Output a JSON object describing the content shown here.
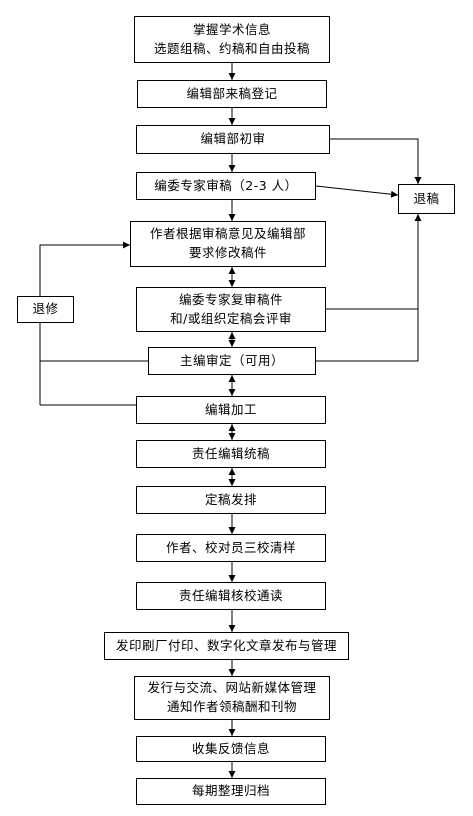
{
  "nodes": {
    "n1": [
      "掌握学术信息",
      "选题组稿、约稿和自由投稿"
    ],
    "n2": [
      "编辑部来稿登记"
    ],
    "n3": [
      "编辑部初审"
    ],
    "n4": [
      "编委专家审稿（2-3 人）"
    ],
    "n5": [
      "作者根据审稿意见及编辑部",
      "要求修改稿件"
    ],
    "n6": [
      "编委专家复审稿件",
      "和/或组织定稿会评审"
    ],
    "n7": [
      "主编审定（可用）"
    ],
    "n8": [
      "编辑加工"
    ],
    "n9": [
      "责任编辑统稿"
    ],
    "n10": [
      "定稿发排"
    ],
    "n11": [
      "作者、校对员三校清样"
    ],
    "n12": [
      "责任编辑核校通读"
    ],
    "n13": [
      "发印刷厂付印、数字化文章发布与管理"
    ],
    "n14": [
      "发行与交流、网站新媒体管理",
      "通知作者领稿酬和刊物"
    ],
    "n15": [
      "收集反馈信息"
    ],
    "n16": [
      "每期整理归档"
    ],
    "reject": [
      "退稿"
    ],
    "revise": [
      "退修"
    ]
  }
}
